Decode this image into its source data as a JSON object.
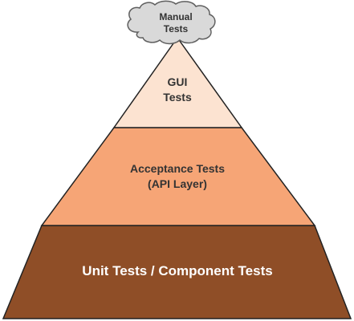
{
  "cloud": {
    "line1": "Manual",
    "line2": "Tests",
    "fill": "#d9d9d9",
    "stroke": "#5f5f5f"
  },
  "layers": {
    "gui": {
      "line1": "GUI",
      "line2": "Tests",
      "fill": "#fce3d1",
      "text_color": "#333333"
    },
    "acceptance": {
      "line1": "Acceptance Tests",
      "line2": "(API Layer)",
      "fill": "#f6a576",
      "text_color": "#333333"
    },
    "unit": {
      "line1": "Unit Tests / Component Tests",
      "fill": "#8f4e27",
      "text_color": "#ffffff"
    }
  },
  "outline_color": "#222222"
}
